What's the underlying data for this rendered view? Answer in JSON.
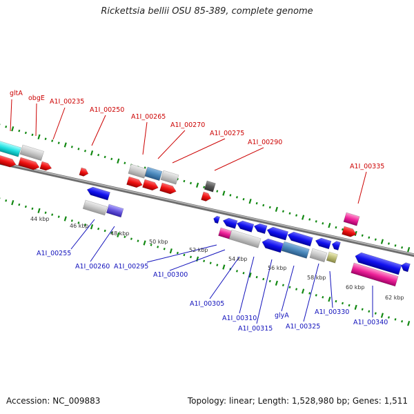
{
  "title": "Rickettsia bellii OSU 85-389, complete genome",
  "footer": {
    "accession": "Accession: NC_009883",
    "summary": "Topology: linear; Length: 1,528,980 bp; Genes: 1,511"
  },
  "scale_labels": [
    "44 kbp",
    "46 kbp",
    "48 kbp",
    "50 kbp",
    "52 kbp",
    "54 kbp",
    "56 kbp",
    "58 kbp",
    "60 kbp",
    "62 kbp"
  ],
  "forward_labels": [
    "gltA",
    "obgE",
    "A1I_00235",
    "A1I_00250",
    "A1I_00265",
    "A1I_00270",
    "A1I_00275",
    "A1I_00290",
    "A1I_00335"
  ],
  "reverse_labels": [
    "A1I_00255",
    "A1I_00260",
    "A1I_00295",
    "A1I_00300",
    "A1I_00305",
    "A1I_00310",
    "A1I_00315",
    "glyA",
    "A1I_00325",
    "A1I_00330",
    "A1I_00340"
  ],
  "colors": {
    "forward_label": "#cc0000",
    "reverse_label": "#1010bb",
    "backbone": "#888888",
    "tick": "#118811",
    "cds_forward": "#ee1111",
    "cds_reverse": "#1111ee"
  }
}
